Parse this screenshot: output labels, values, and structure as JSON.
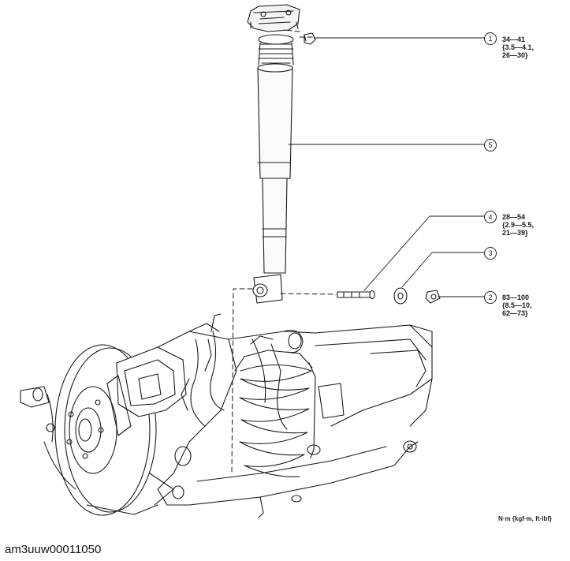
{
  "callouts": [
    {
      "num": "1",
      "torque": [
        "34—41",
        "{3.5—4.1,",
        "26—30}"
      ]
    },
    {
      "num": "2",
      "torque": [
        "83—100",
        "{8.5—10,",
        "62—73}"
      ]
    },
    {
      "num": "3",
      "torque": []
    },
    {
      "num": "4",
      "torque": [
        "28—54",
        "{2.9—5.5,",
        "21—39}"
      ]
    },
    {
      "num": "5",
      "torque": []
    }
  ],
  "units_label": "N·m {kgf·m, ft·lbf}",
  "figure_id": "am3uuw00011050"
}
